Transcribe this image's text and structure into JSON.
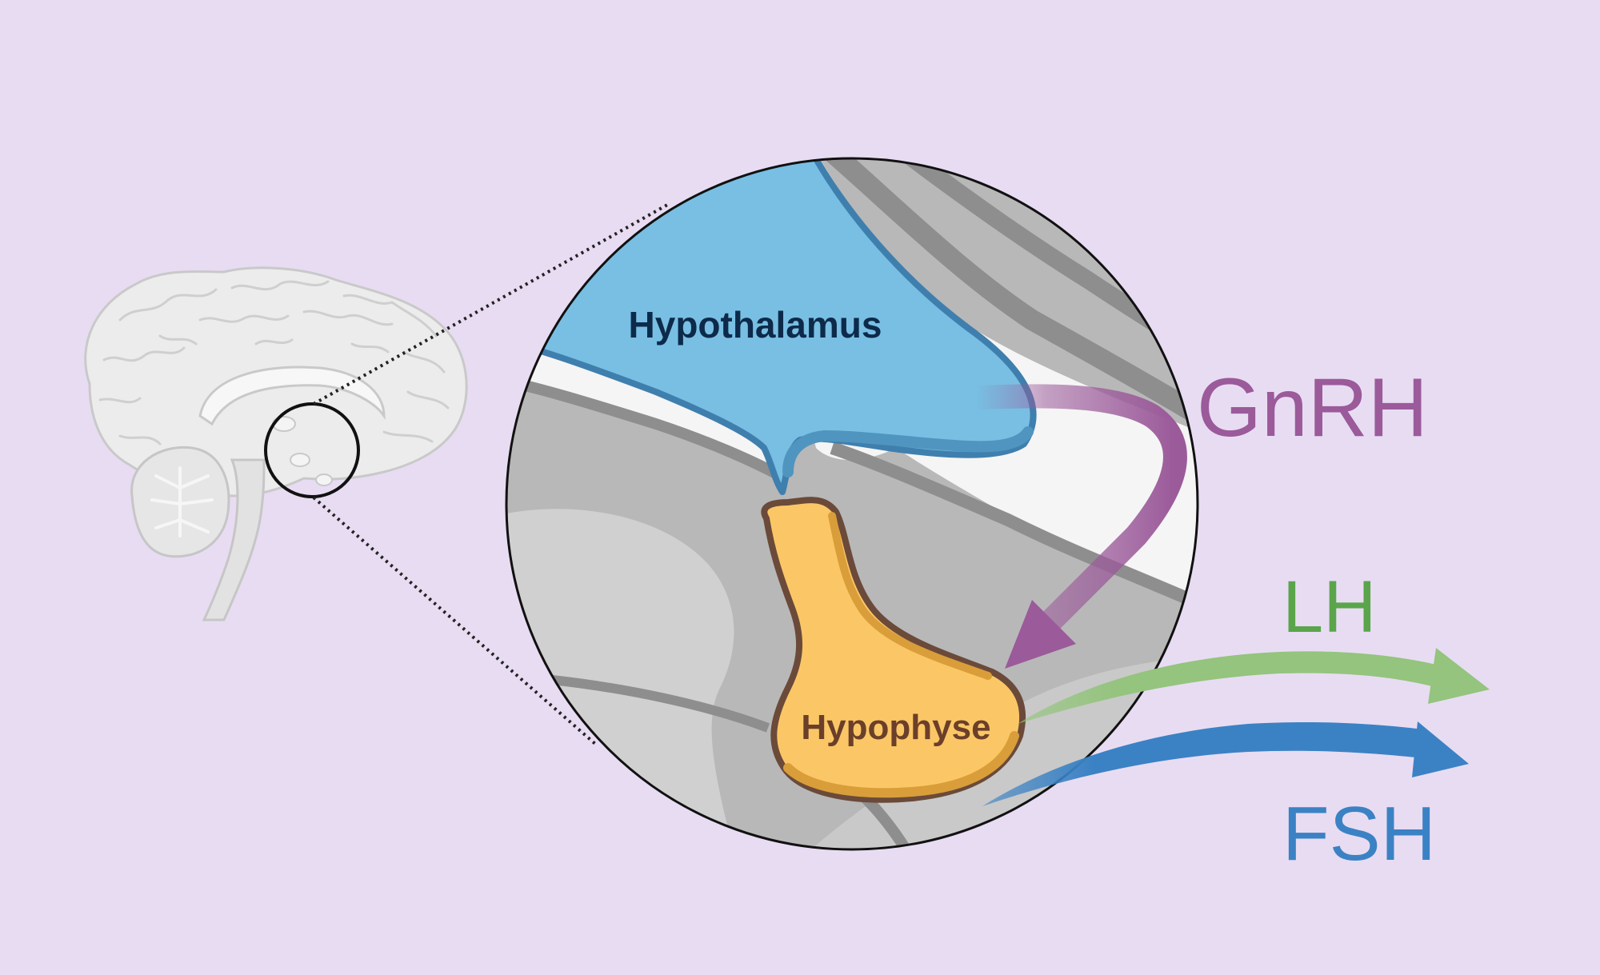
{
  "labels": {
    "hypothalamus": "Hypothalamus",
    "hypophyse": "Hypophyse",
    "gnrh": "GnRH",
    "lh": "LH",
    "fsh": "FSH"
  },
  "colors": {
    "background": "#e8dcf3",
    "hypothalamus_fill": "#78bfe3",
    "hypothalamus_text": "#0d2a4a",
    "hypophyse_fill": "#fbc766",
    "hypophyse_text": "#6b3f2a",
    "gnrh": "#9b5a9a",
    "lh": "#94c47d",
    "lh_text": "#5aa54b",
    "fsh": "#3b82c4"
  },
  "icons": {
    "brain": "brain-sagittal-icon",
    "zoom_circle": "magnifier-circle"
  }
}
